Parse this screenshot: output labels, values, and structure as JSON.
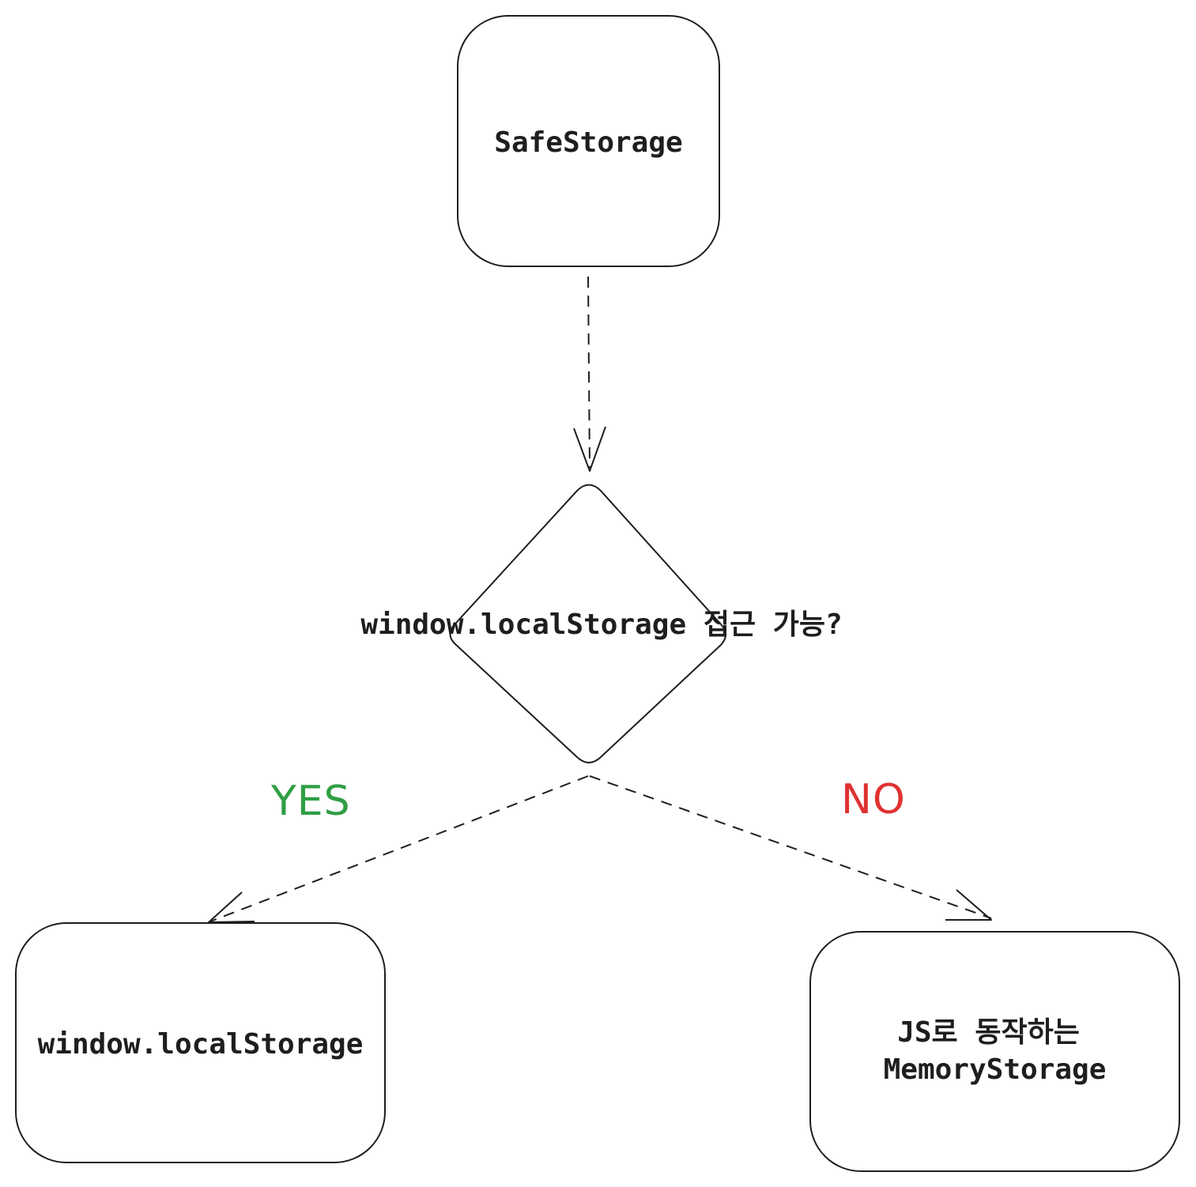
{
  "nodes": {
    "start": {
      "label": "SafeStorage"
    },
    "decision": {
      "label": "window.localStorage 접근 가능?"
    },
    "yes_target": {
      "label": "window.localStorage"
    },
    "no_target": {
      "line1": "JS로 동작하는",
      "line2": "MemoryStorage"
    }
  },
  "edges": {
    "yes": {
      "label": "YES",
      "color": "#2f9e44"
    },
    "no": {
      "label": "NO",
      "color": "#e03131"
    }
  },
  "colors": {
    "stroke": "#1e1e1e",
    "background": "#ffffff"
  }
}
